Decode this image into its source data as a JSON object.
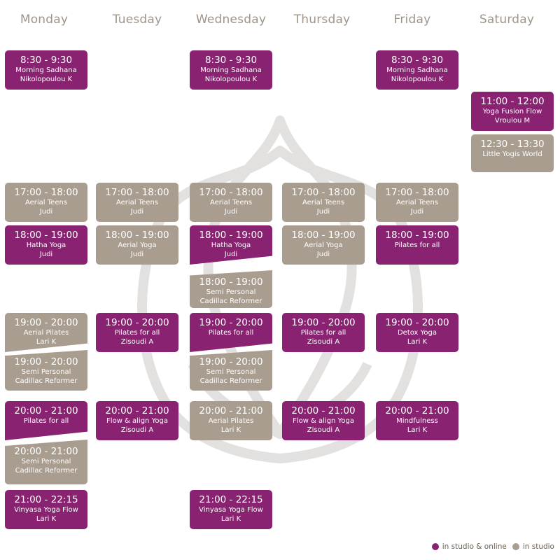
{
  "colors": {
    "online": "#882271",
    "studio": "#a89d8f",
    "header": "#9f9589",
    "watermark": "#e2e0de"
  },
  "days": [
    "Monday",
    "Tuesday",
    "Wednesday",
    "Thursday",
    "Friday",
    "Saturday"
  ],
  "classes": [
    {
      "day": 0,
      "slot": "a",
      "type": "online",
      "time": "8:30 - 9:30",
      "lines": [
        "Morning Sadhana",
        "Nikolopoulou K"
      ]
    },
    {
      "day": 2,
      "slot": "a",
      "type": "online",
      "time": "8:30 - 9:30",
      "lines": [
        "Morning Sadhana",
        "Nikolopoulou K"
      ]
    },
    {
      "day": 4,
      "slot": "a",
      "type": "online",
      "time": "8:30 - 9:30",
      "lines": [
        "Morning Sadhana",
        "Nikolopoulou K"
      ]
    },
    {
      "day": 5,
      "slot": "b",
      "type": "online",
      "time": "11:00 - 12:00",
      "lines": [
        "Yoga Fusion Flow",
        "Vroulou M"
      ]
    },
    {
      "day": 5,
      "slot": "c",
      "type": "studio",
      "time": "12:30 - 13:30",
      "lines": [
        "Little Yogis World"
      ]
    },
    {
      "day": 0,
      "slot": "d",
      "type": "studio",
      "time": "17:00 - 18:00",
      "lines": [
        "Aerial Teens",
        "Judi"
      ]
    },
    {
      "day": 1,
      "slot": "d",
      "type": "studio",
      "time": "17:00 - 18:00",
      "lines": [
        "Aerial Teens",
        "Judi"
      ]
    },
    {
      "day": 2,
      "slot": "d",
      "type": "studio",
      "time": "17:00 - 18:00",
      "lines": [
        "Aerial Teens",
        "Judi"
      ]
    },
    {
      "day": 3,
      "slot": "d",
      "type": "studio",
      "time": "17:00 - 18:00",
      "lines": [
        "Aerial Teens",
        "Judi"
      ]
    },
    {
      "day": 4,
      "slot": "d",
      "type": "studio",
      "time": "17:00 - 18:00",
      "lines": [
        "Aerial Teens",
        "Judi"
      ]
    },
    {
      "day": 0,
      "slot": "e",
      "type": "online",
      "time": "18:00 - 19:00",
      "lines": [
        "Hatha Yoga",
        "Judi"
      ]
    },
    {
      "day": 1,
      "slot": "e",
      "type": "studio",
      "time": "18:00 - 19:00",
      "lines": [
        "Aerial Yoga",
        "Judi"
      ]
    },
    {
      "day": 2,
      "slot": "e",
      "type": "online",
      "shape": "top",
      "time": "18:00 - 19:00",
      "lines": [
        "Hatha Yoga",
        "Judi"
      ]
    },
    {
      "day": 2,
      "slot": "f",
      "type": "studio",
      "shape": "bottom",
      "time": "18:00 - 19:00",
      "lines": [
        "Semi Personal",
        "Cadillac Reformer"
      ]
    },
    {
      "day": 3,
      "slot": "e",
      "type": "studio",
      "time": "18:00 - 19:00",
      "lines": [
        "Aerial Yoga",
        "Judi"
      ]
    },
    {
      "day": 4,
      "slot": "e",
      "type": "online",
      "time": "18:00 - 19:00",
      "lines": [
        "Pilates for all"
      ]
    },
    {
      "day": 0,
      "slot": "g",
      "type": "studio",
      "shape": "top",
      "time": "19:00 - 20:00",
      "lines": [
        "Aerial Pilates",
        "Lari K"
      ]
    },
    {
      "day": 0,
      "slot": "h",
      "type": "studio",
      "shape": "bottom",
      "time": "19:00 - 20:00",
      "lines": [
        "Semi Personal",
        "Cadillac Reformer"
      ]
    },
    {
      "day": 1,
      "slot": "g",
      "type": "online",
      "time": "19:00 - 20:00",
      "lines": [
        "Pilates for all",
        "Zisoudi A"
      ]
    },
    {
      "day": 2,
      "slot": "g",
      "type": "online",
      "shape": "top",
      "time": "19:00 - 20:00",
      "lines": [
        "Pilates for all"
      ]
    },
    {
      "day": 2,
      "slot": "h",
      "type": "studio",
      "shape": "bottom",
      "time": "19:00 - 20:00",
      "lines": [
        "Semi Personal",
        "Cadillac Reformer"
      ]
    },
    {
      "day": 3,
      "slot": "g",
      "type": "online",
      "time": "19:00 - 20:00",
      "lines": [
        "Pilates for all",
        "Zisoudi A"
      ]
    },
    {
      "day": 4,
      "slot": "g",
      "type": "online",
      "time": "19:00 - 20:00",
      "lines": [
        "Detox Yoga",
        "Lari K"
      ]
    },
    {
      "day": 0,
      "slot": "i",
      "type": "online",
      "shape": "top",
      "time": "20:00 - 21:00",
      "lines": [
        "Pilates for all"
      ]
    },
    {
      "day": 0,
      "slot": "j",
      "type": "studio",
      "shape": "bottom",
      "time": "20:00 - 21:00",
      "lines": [
        "Semi Personal",
        "Cadillac Reformer"
      ]
    },
    {
      "day": 1,
      "slot": "i",
      "type": "online",
      "time": "20:00 - 21:00",
      "lines": [
        "Flow & align Yoga",
        "Zisoudi A"
      ]
    },
    {
      "day": 2,
      "slot": "i",
      "type": "studio",
      "time": "20:00 - 21:00",
      "lines": [
        "Aerial Pilates",
        "Lari K"
      ]
    },
    {
      "day": 3,
      "slot": "i",
      "type": "online",
      "time": "20:00 - 21:00",
      "lines": [
        "Flow & align Yoga",
        "Zisoudi A"
      ]
    },
    {
      "day": 4,
      "slot": "i",
      "type": "online",
      "time": "20:00 - 21:00",
      "lines": [
        "Mindfulness",
        "Lari K"
      ]
    },
    {
      "day": 0,
      "slot": "k",
      "type": "online",
      "time": "21:00 - 22:15",
      "lines": [
        "Vinyasa Yoga Flow",
        "Lari K"
      ]
    },
    {
      "day": 2,
      "slot": "k",
      "type": "online",
      "time": "21:00 - 22:15",
      "lines": [
        "Vinyasa Yoga Flow",
        "Lari K"
      ]
    }
  ],
  "legend": [
    {
      "label": "in studio & online",
      "color": "#882271"
    },
    {
      "label": "in studio",
      "color": "#a89d8f"
    }
  ]
}
